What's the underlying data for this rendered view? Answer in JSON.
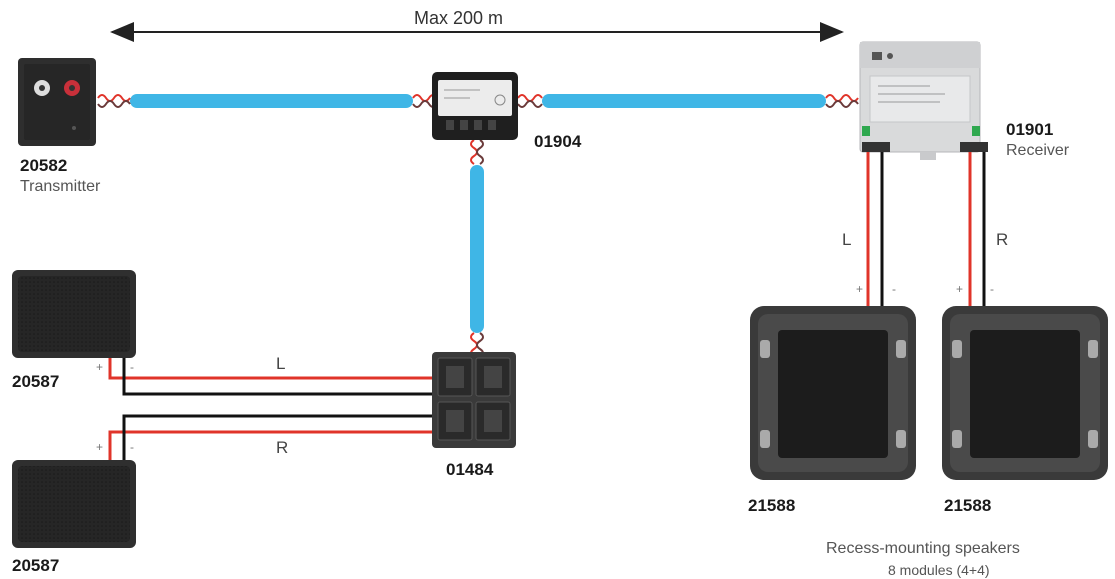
{
  "distance_label": "Max 200 m",
  "transmitter": {
    "code": "20582",
    "name": "Transmitter"
  },
  "splitter": {
    "code": "01904"
  },
  "receiver": {
    "code": "01901",
    "name": "Receiver"
  },
  "amplifier": {
    "code": "01484"
  },
  "speaker_left": {
    "code": "20587"
  },
  "speaker_right": {
    "code": "20587"
  },
  "recess_speaker_1": {
    "code": "21588"
  },
  "recess_speaker_2": {
    "code": "21588"
  },
  "recess_caption": {
    "line1": "Recess-mounting speakers",
    "line2": "8 modules (4+4)"
  },
  "channels": {
    "left": "L",
    "right": "R"
  },
  "polarity": {
    "plus": "+",
    "minus": "-"
  },
  "colors": {
    "cable": "#3fb6e6",
    "red_wire": "#e0342a",
    "black_wire": "#111111",
    "device_dark": "#2b2b2b",
    "receiver_grey": "#d9dadb"
  }
}
